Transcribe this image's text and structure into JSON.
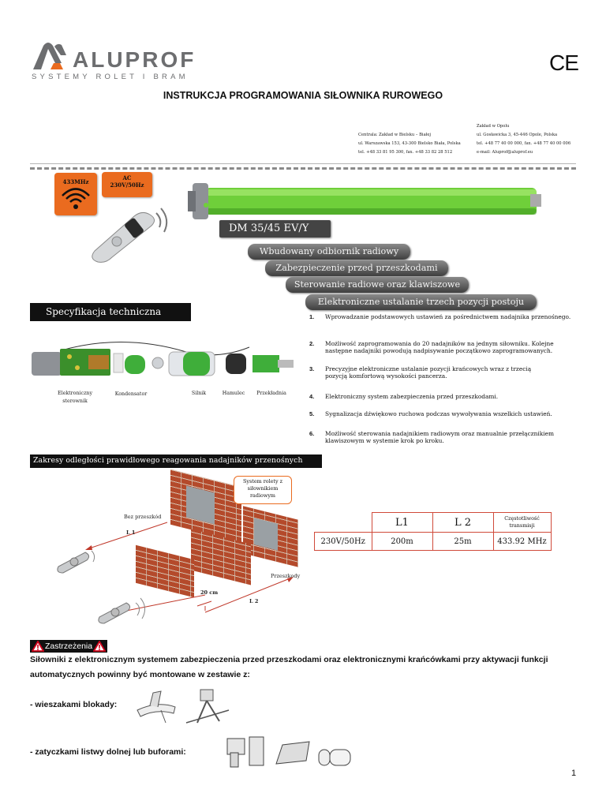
{
  "header": {
    "brand": "ALUPROF",
    "tagline": "SYSTEMY ROLET I BRAM",
    "ce_mark": "CE",
    "title": "INSTRUKCJA PROGRAMOWANIA SIŁOWNIKA RUROWEGO",
    "address_left": [
      "Centrala: Zakład w Bielsku – Białej",
      "ul. Warszawska 153, 43-300 Bielsko Biała, Polska",
      "tel. +48 33 81 95 300, fax. +48 33 82 28 512"
    ],
    "address_right": [
      "Zakład w Opolu",
      "ul. Gosławicka 3, 45-446 Opole, Polska",
      "tel. +48 77 40 00 000, fax. +48 77 40 00 006",
      "e-mail: Aluprof@aluprof.eu"
    ]
  },
  "badges": {
    "radio": "433MHz",
    "ac_line1": "AC",
    "ac_line2": "230V/50Hz"
  },
  "product": {
    "model": "DM 35/45  EV/Y",
    "features": [
      "Wbudowany odbiornik radiowy",
      "Zabezpieczenie przed przeszkodami",
      "Sterowanie  radiowe oraz klawiszowe",
      "Elektroniczne ustalanie trzech pozycji  postoju"
    ]
  },
  "spec": {
    "heading": "Specyfikacja techniczna",
    "components": [
      "Elektroniczny sterownik",
      "Kondensator",
      "Silnik",
      "Hamulec",
      "Przekładnia"
    ],
    "items": [
      {
        "num": "1.",
        "text": "Wprowadzanie podstawowych ustawień za pośrednictwem nadajnika przenośnego."
      },
      {
        "num": "2.",
        "text": "Możliwość zaprogramowania do 20 nadajników na jednym siłowniku. Kolejne następne nadajniki powodują nadpisywanie początkowo zaprogramowanych."
      },
      {
        "num": "3.",
        "text": "Precyzyjne elektroniczne ustalanie pozycji krańcowych wraz z trzecią pozycją komfortową wysokości pancerza."
      },
      {
        "num": "4.",
        "text": "Elektroniczny system zabezpieczenia przed przeszkodami."
      },
      {
        "num": "5.",
        "text": "Sygnalizacja dźwiękowo ruchowa podczas wywoływania wszelkich ustawień."
      },
      {
        "num": "6.",
        "text": "Możliwość sterowania nadajnikiem radiowym oraz manualnie przełącznikiem klawiszowym w systemie krok po kroku."
      }
    ]
  },
  "range": {
    "heading": "Zakresy odległości  prawidłowego  reagowania nadajników przenośnych",
    "callout": "System rolety z siłownikiem radiowym",
    "label_free": "Bez przeszkód",
    "label_obstacles": "Przeszkody",
    "label_l1": "L 1",
    "label_l2": "L 2",
    "label_wall": "20 cm",
    "table": {
      "headers": [
        "L1",
        "L 2",
        "Częstotliwość transmisji"
      ],
      "row": [
        "230V/50Hz",
        "200m",
        "25m",
        "433.92 MHz"
      ]
    }
  },
  "notice": {
    "heading": "Zastrzeżenia",
    "text": "Siłowniki z elektronicznym systemem zabezpieczenia przed przeszkodami oraz elektronicznymi  krańcówkami  przy  aktywacji funkcji automatycznych powinny być montowane w zestawie z:",
    "item1": "- wieszakami blokady:",
    "item2": "- zatyczkami listwy dolnej lub buforami:"
  },
  "page_number": "1",
  "colors": {
    "accent_orange": "#ea6b1f",
    "tube_green": "#6fcf3a",
    "brick": "#b44a2b",
    "table_border": "#d04a3a"
  }
}
